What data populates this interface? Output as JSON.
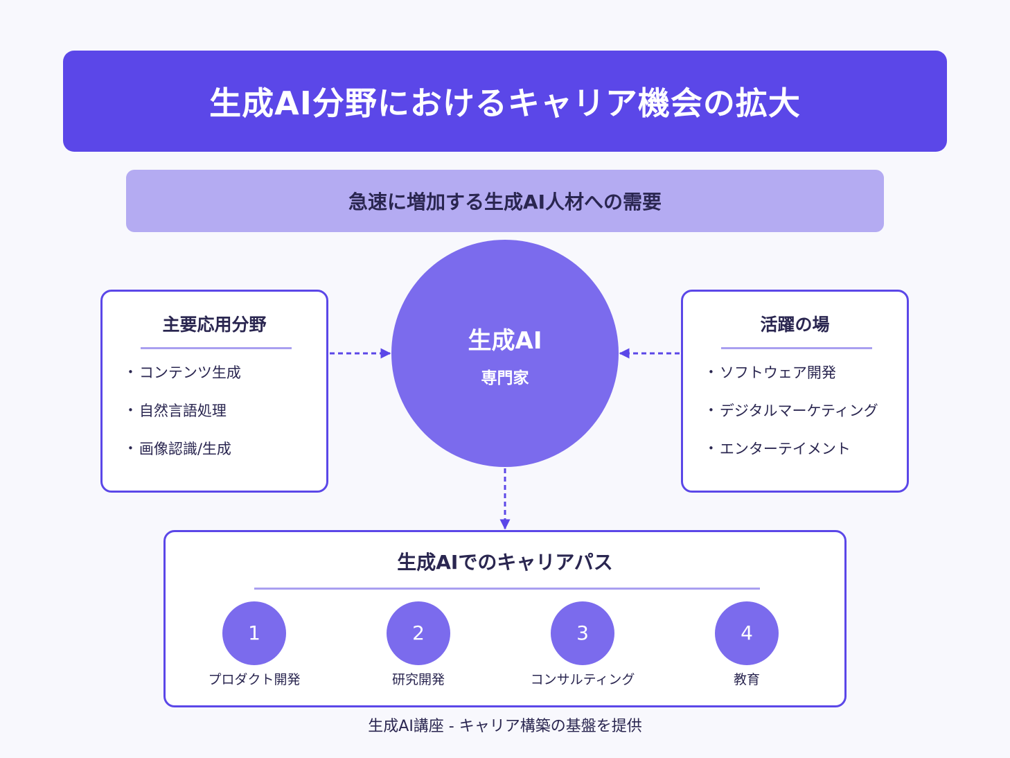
{
  "title": "生成AI分野におけるキャリア機会の拡大",
  "subtitle": "急速に増加する生成AI人材への需要",
  "center": {
    "main": "生成AI",
    "sub": "専門家"
  },
  "left_box": {
    "heading": "主要応用分野",
    "items": [
      "コンテンツ生成",
      "自然言語処理",
      "画像認識/生成"
    ]
  },
  "right_box": {
    "heading": "活躍の場",
    "items": [
      "ソフトウェア開発",
      "デジタルマーケティング",
      "エンターテイメント"
    ]
  },
  "career": {
    "heading": "生成AIでのキャリアパス",
    "steps": [
      {
        "num": "1",
        "label": "プロダクト開発"
      },
      {
        "num": "2",
        "label": "研究開発"
      },
      {
        "num": "3",
        "label": "コンサルティング"
      },
      {
        "num": "4",
        "label": "教育"
      }
    ]
  },
  "footer": "生成AI講座 - キャリア構築の基盤を提供",
  "colors": {
    "primary": "#5b47e8",
    "secondary": "#7b6bed",
    "light": "#b4abf2",
    "text": "#2a2650"
  }
}
